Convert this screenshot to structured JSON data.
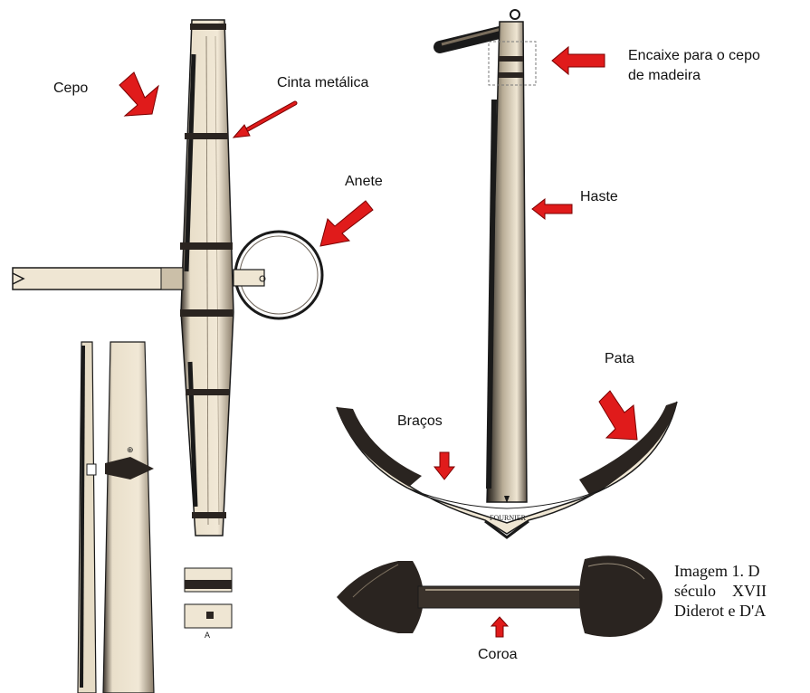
{
  "labels": {
    "cepo": "Cepo",
    "cinta_metalica": "Cinta metálica",
    "anete": "Anete",
    "encaixe_line1": "Encaixe para o cepo",
    "encaixe_line2": "de madeira",
    "haste": "Haste",
    "pata": "Pata",
    "bracos": "Braços",
    "coroa": "Coroa"
  },
  "caption": {
    "line1": "Imagem 1. D",
    "line2": "século    XVII",
    "line3": "Diderot e D'A"
  },
  "colors": {
    "arrow": "#e01b1b",
    "arrow_outline": "#7a0000",
    "wood": "#e8dcc4",
    "wood_dark": "#2a2420",
    "ink": "#1a1a1a"
  }
}
